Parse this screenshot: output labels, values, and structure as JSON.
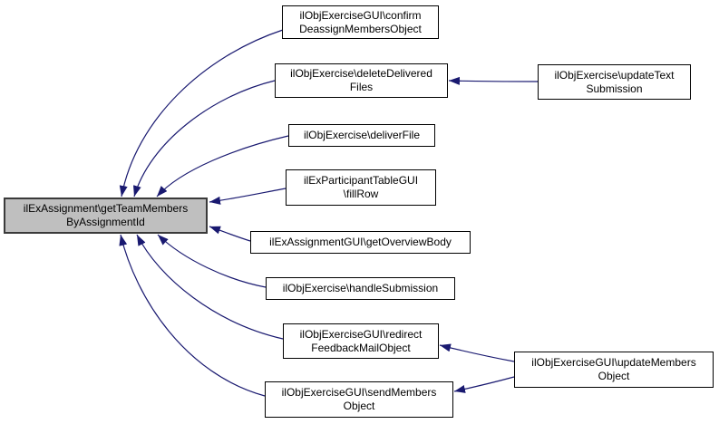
{
  "diagram": {
    "kind": "caller-graph",
    "colors": {
      "background": "#ffffff",
      "edge": "#191970",
      "node_fill": "#ffffff",
      "node_border": "#000000",
      "focus_node_fill": "#bfbfbf"
    },
    "nodes": {
      "main": {
        "label": "ilExAssignment\\getTeamMembers\nByAssignmentId"
      },
      "confirm_deassign": {
        "label": "ilObjExerciseGUI\\confirm\nDeassignMembersObject"
      },
      "delete_delivered": {
        "label": "ilObjExercise\\deleteDelivered\nFiles"
      },
      "deliver_file": {
        "label": "ilObjExercise\\deliverFile"
      },
      "fill_row": {
        "label": "ilExParticipantTableGUI\n\\fillRow"
      },
      "get_overview_body": {
        "label": "ilExAssignmentGUI\\getOverviewBody"
      },
      "handle_submission": {
        "label": "ilObjExercise\\handleSubmission"
      },
      "redirect_feedback": {
        "label": "ilObjExerciseGUI\\redirect\nFeedbackMailObject"
      },
      "send_members": {
        "label": "ilObjExerciseGUI\\sendMembers\nObject"
      },
      "update_text": {
        "label": "ilObjExercise\\updateText\nSubmission"
      },
      "update_members": {
        "label": "ilObjExerciseGUI\\updateMembers\nObject"
      }
    },
    "edges": [
      {
        "from": "confirm_deassign",
        "to": "main"
      },
      {
        "from": "delete_delivered",
        "to": "main"
      },
      {
        "from": "deliver_file",
        "to": "main"
      },
      {
        "from": "fill_row",
        "to": "main"
      },
      {
        "from": "get_overview_body",
        "to": "main"
      },
      {
        "from": "handle_submission",
        "to": "main"
      },
      {
        "from": "redirect_feedback",
        "to": "main"
      },
      {
        "from": "send_members",
        "to": "main"
      },
      {
        "from": "update_text",
        "to": "delete_delivered"
      },
      {
        "from": "update_members",
        "to": "redirect_feedback"
      },
      {
        "from": "update_members",
        "to": "send_members"
      }
    ]
  }
}
